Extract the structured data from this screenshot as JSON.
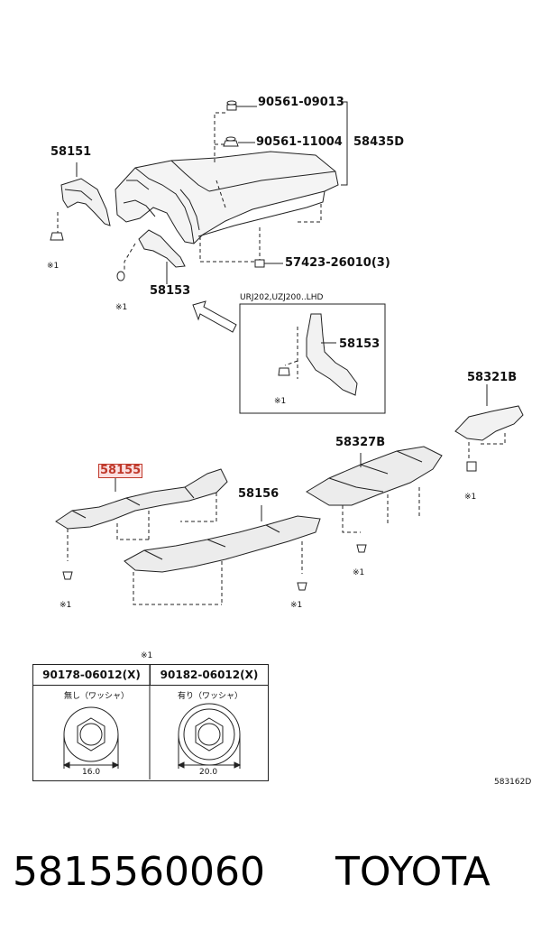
{
  "labels": {
    "p58151": "58151",
    "p90561_09013": "90561-09013",
    "p90561_11004": "90561-11004",
    "p58435D": "58435D",
    "p57423": "57423-26010(3)",
    "p58153_a": "58153",
    "inset_title": "URJ202,UZJ200..LHD",
    "p58153_b": "58153",
    "p58321B": "58321B",
    "p58327B": "58327B",
    "p58155": "58155",
    "p58156": "58156",
    "note_mark": "※1"
  },
  "table": {
    "mark": "※1",
    "col1_part": "90178-06012(X)",
    "col2_part": "90182-06012(X)",
    "col1_desc": "無し（ワッシャ）",
    "col2_desc": "有り（ワッシャ）",
    "col1_size": "16.0",
    "col2_size": "20.0"
  },
  "diagram_code": "583162D",
  "footer": {
    "part_number": "5815560060",
    "brand": "TOYOTA"
  },
  "colors": {
    "highlight_border": "#c0392b",
    "highlight_fill": "#fbdfe0"
  }
}
